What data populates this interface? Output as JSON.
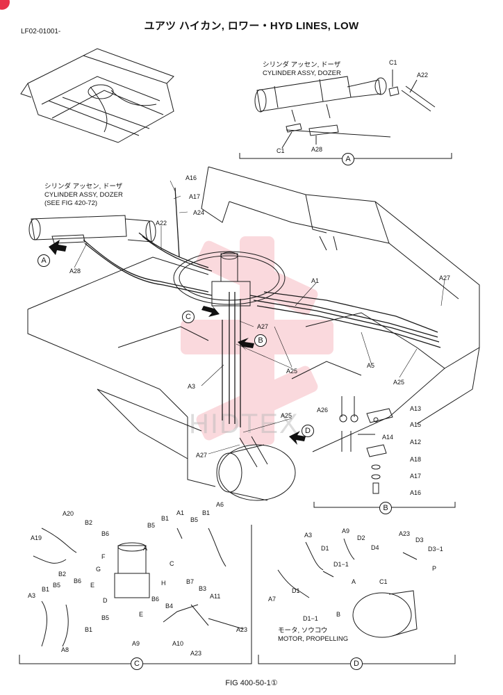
{
  "header": {
    "title": "ユアツ ハイカン, ロワー・HYD LINES, LOW",
    "doc_code": "LF02-01001-"
  },
  "footer": {
    "figure": "FIG 400-50-1①"
  },
  "notes": {
    "inset_a_jp": "シリンダ アッセン, ドーザ",
    "inset_a_en": "CYLINDER ASSY, DOZER",
    "main_jp": "シリンダ アッセン, ドーザ",
    "main_en1": "CYLINDER ASSY, DOZER",
    "main_en2": "(SEE FIG 420-72)",
    "motor_jp": "モータ, ソウコウ",
    "motor_en": "MOTOR, PROPELLING"
  },
  "views": {
    "a": "A",
    "b": "B",
    "c": "C",
    "d": "D"
  },
  "watermark": "HIDTEX",
  "colors": {
    "watermark": "#e8324a",
    "line": "#1a1a1a"
  },
  "labels": {
    "inset_a": [
      "C1",
      "A22",
      "C1",
      "A28"
    ],
    "main": [
      "A16",
      "A17",
      "A24",
      "A22",
      "A28",
      "A1",
      "A27",
      "A27",
      "A25",
      "A3",
      "A5",
      "A25",
      "A25",
      "A27"
    ],
    "inset_b": [
      "A26",
      "A13",
      "A15",
      "A14",
      "A12",
      "A18",
      "A17",
      "A16"
    ],
    "inset_c": [
      "A20",
      "B2",
      "B6",
      "A19",
      "B2",
      "B6",
      "B5",
      "B1",
      "A1",
      "B5",
      "B1",
      "A6",
      "A3",
      "B1",
      "B5",
      "B1",
      "A8",
      "B5",
      "B7",
      "B3",
      "B6",
      "B4",
      "A11",
      "A9",
      "A10",
      "A23",
      "A23"
    ],
    "inset_c_ports": [
      "F",
      "A",
      "C",
      "G",
      "E",
      "H",
      "D",
      "E"
    ],
    "inset_d": [
      "A3",
      "A9",
      "D2",
      "D4",
      "A23",
      "D3",
      "D3−1",
      "D1",
      "D1−1",
      "A7",
      "D1",
      "D1−1"
    ],
    "inset_d_ports": [
      "A",
      "C1",
      "P",
      "B"
    ]
  }
}
